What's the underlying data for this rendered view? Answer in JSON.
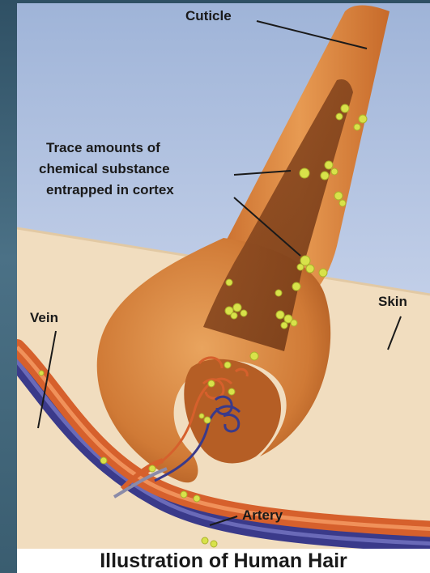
{
  "labels": {
    "cuticle": "Cuticle",
    "trace_line1": "Trace amounts of",
    "trace_line2": "chemical substance",
    "trace_line3": "entrapped in cortex",
    "skin": "Skin",
    "vein": "Vein",
    "artery": "Artery"
  },
  "caption": "Illustration of Human Hair",
  "colors": {
    "frame": "#3d6175",
    "sky": "#bfcde6",
    "skin": "#f1ddbf",
    "hair": "#d8843c",
    "cortex": "#8a4a22",
    "particles": "#d8e24a",
    "vein": "#3a3a8a",
    "artery": "#d6602c"
  }
}
